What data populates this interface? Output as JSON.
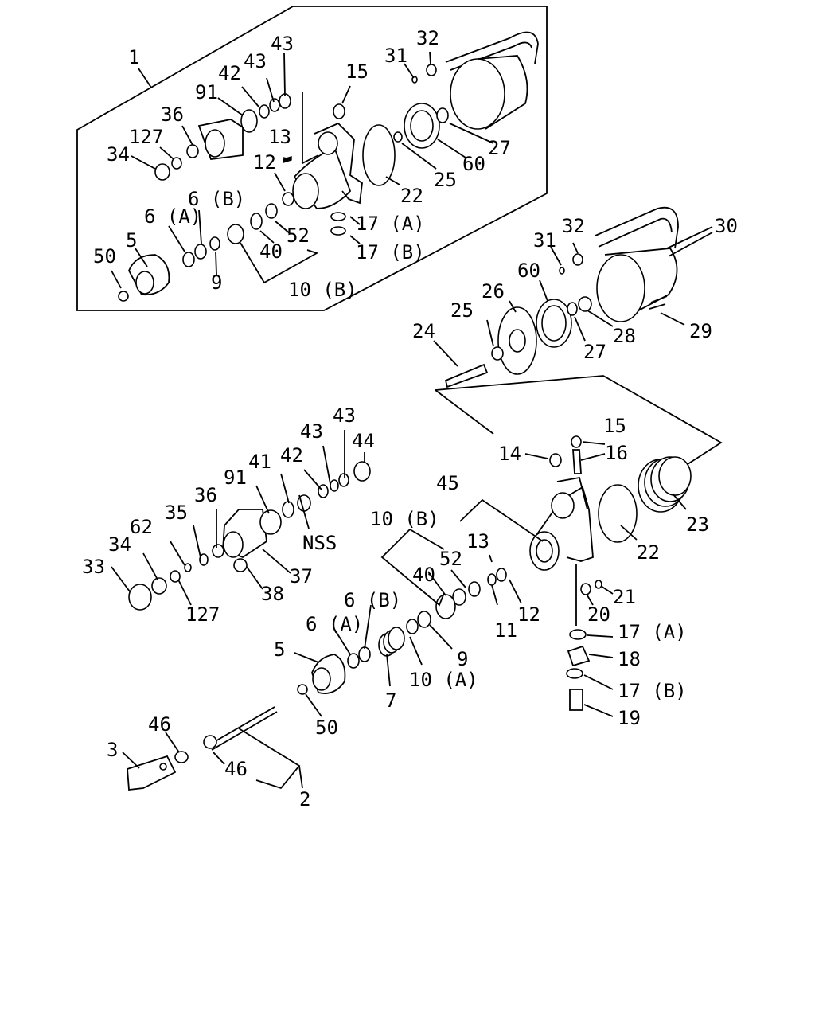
{
  "figure": {
    "labels": [
      "1",
      "32",
      "31",
      "43",
      "43",
      "42",
      "91",
      "15",
      "36",
      "127",
      "34",
      "13",
      "12",
      "6 (B)",
      "6 (A)",
      "5",
      "50",
      "27",
      "60",
      "25",
      "22",
      "17 (A)",
      "17 (B)",
      "52",
      "40",
      "9",
      "10 (B)",
      "30",
      "32",
      "31",
      "26",
      "60",
      "25",
      "28",
      "29",
      "27",
      "24",
      "43",
      "43",
      "44",
      "42",
      "41",
      "91",
      "NSS",
      "36",
      "35",
      "62",
      "34",
      "33",
      "37",
      "38",
      "127",
      "45",
      "10 (B)",
      "13",
      "52",
      "40",
      "12",
      "11",
      "15",
      "14",
      "16",
      "23",
      "22",
      "21",
      "20",
      "17 (A)",
      "18",
      "17 (B)",
      "19",
      "6 (B)",
      "6 (A)",
      "5",
      "9",
      "10 (A)",
      "7",
      "50",
      "46",
      "3",
      "46",
      "2"
    ]
  }
}
